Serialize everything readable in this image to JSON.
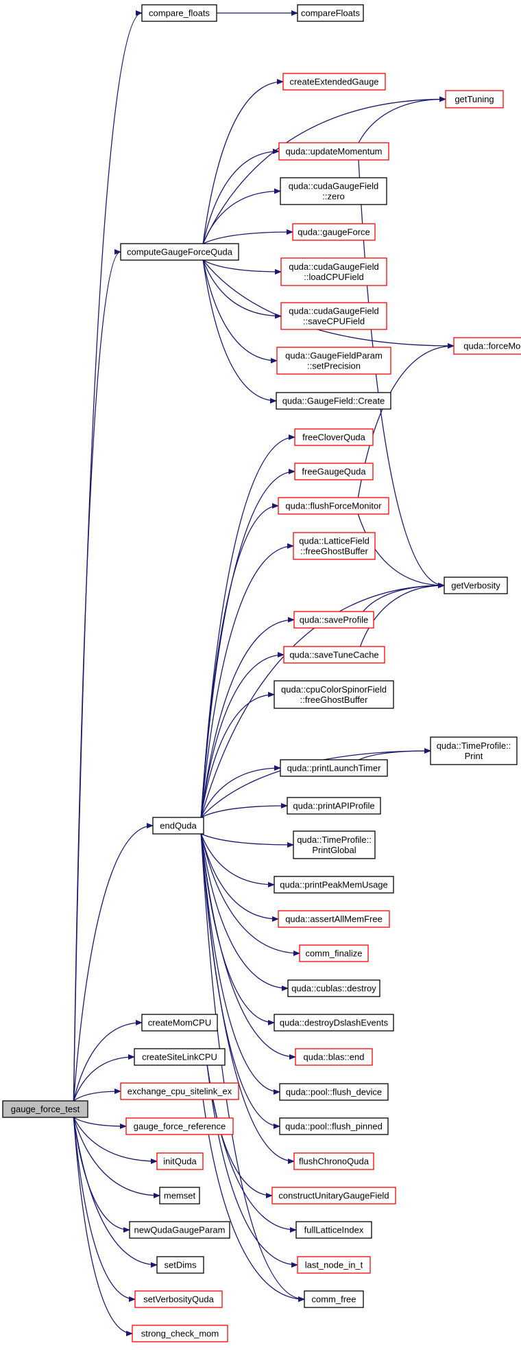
{
  "colors": {
    "edge": "#191970",
    "border_default": "#000000",
    "border_red": "#ff0000",
    "root_fill": "#bfbfbf",
    "node_fill": "#ffffff",
    "text": "#000000"
  },
  "nodes": [
    {
      "id": "gauge_force_test",
      "lines": [
        "gauge_force_test"
      ],
      "border": "black",
      "root": true
    },
    {
      "id": "compare_floats",
      "lines": [
        "compare_floats"
      ],
      "border": "black"
    },
    {
      "id": "compareFloats",
      "lines": [
        "compareFloats"
      ],
      "border": "black"
    },
    {
      "id": "computeGaugeForceQuda",
      "lines": [
        "computeGaugeForceQuda"
      ],
      "border": "black"
    },
    {
      "id": "createExtendedGauge",
      "lines": [
        "createExtendedGauge"
      ],
      "border": "red"
    },
    {
      "id": "getTuning",
      "lines": [
        "getTuning"
      ],
      "border": "red"
    },
    {
      "id": "updateMomentum",
      "lines": [
        "quda::updateMomentum"
      ],
      "border": "red"
    },
    {
      "id": "cudaGaugeField_zero",
      "lines": [
        "quda::cudaGaugeField",
        "::zero"
      ],
      "border": "black"
    },
    {
      "id": "gaugeForce",
      "lines": [
        "quda::gaugeForce"
      ],
      "border": "red"
    },
    {
      "id": "loadCPUField",
      "lines": [
        "quda::cudaGaugeField",
        "::loadCPUField"
      ],
      "border": "red"
    },
    {
      "id": "saveCPUField",
      "lines": [
        "quda::cudaGaugeField",
        "::saveCPUField"
      ],
      "border": "red"
    },
    {
      "id": "setPrecision",
      "lines": [
        "quda::GaugeFieldParam",
        "::setPrecision"
      ],
      "border": "red"
    },
    {
      "id": "GaugeFieldCreate",
      "lines": [
        "quda::GaugeField::Create"
      ],
      "border": "black"
    },
    {
      "id": "forceMonitor",
      "lines": [
        "quda::forceMonitor"
      ],
      "border": "red"
    },
    {
      "id": "freeCloverQuda",
      "lines": [
        "freeCloverQuda"
      ],
      "border": "red"
    },
    {
      "id": "freeGaugeQuda",
      "lines": [
        "freeGaugeQuda"
      ],
      "border": "red"
    },
    {
      "id": "flushForceMonitor",
      "lines": [
        "quda::flushForceMonitor"
      ],
      "border": "red"
    },
    {
      "id": "LatticeField_freeGhostBuffer",
      "lines": [
        "quda::LatticeField",
        "::freeGhostBuffer"
      ],
      "border": "red"
    },
    {
      "id": "getVerbosity",
      "lines": [
        "getVerbosity"
      ],
      "border": "black"
    },
    {
      "id": "saveProfile",
      "lines": [
        "quda::saveProfile"
      ],
      "border": "red"
    },
    {
      "id": "saveTuneCache",
      "lines": [
        "quda::saveTuneCache"
      ],
      "border": "red"
    },
    {
      "id": "cpuColorSpinorField_freeGhostBuffer",
      "lines": [
        "quda::cpuColorSpinorField",
        "::freeGhostBuffer"
      ],
      "border": "black"
    },
    {
      "id": "TimeProfile_Print",
      "lines": [
        "quda::TimeProfile::",
        "Print"
      ],
      "border": "black"
    },
    {
      "id": "printLaunchTimer",
      "lines": [
        "quda::printLaunchTimer"
      ],
      "border": "black"
    },
    {
      "id": "endQuda",
      "lines": [
        "endQuda"
      ],
      "border": "black"
    },
    {
      "id": "printAPIProfile",
      "lines": [
        "quda::printAPIProfile"
      ],
      "border": "black"
    },
    {
      "id": "TimeProfile_PrintGlobal",
      "lines": [
        "quda::TimeProfile::",
        "PrintGlobal"
      ],
      "border": "black"
    },
    {
      "id": "printPeakMemUsage",
      "lines": [
        "quda::printPeakMemUsage"
      ],
      "border": "black"
    },
    {
      "id": "assertAllMemFree",
      "lines": [
        "quda::assertAllMemFree"
      ],
      "border": "red"
    },
    {
      "id": "comm_finalize",
      "lines": [
        "comm_finalize"
      ],
      "border": "red"
    },
    {
      "id": "cublas_destroy",
      "lines": [
        "quda::cublas::destroy"
      ],
      "border": "black"
    },
    {
      "id": "destroyDslashEvents",
      "lines": [
        "quda::destroyDslashEvents"
      ],
      "border": "black"
    },
    {
      "id": "createMomCPU",
      "lines": [
        "createMomCPU"
      ],
      "border": "black"
    },
    {
      "id": "createSiteLinkCPU",
      "lines": [
        "createSiteLinkCPU"
      ],
      "border": "black"
    },
    {
      "id": "blas_end",
      "lines": [
        "quda::blas::end"
      ],
      "border": "red"
    },
    {
      "id": "exchange_cpu_sitelink_ex",
      "lines": [
        "exchange_cpu_sitelink_ex"
      ],
      "border": "red"
    },
    {
      "id": "pool_flush_device",
      "lines": [
        "quda::pool::flush_device"
      ],
      "border": "black"
    },
    {
      "id": "gauge_force_reference",
      "lines": [
        "gauge_force_reference"
      ],
      "border": "red"
    },
    {
      "id": "pool_flush_pinned",
      "lines": [
        "quda::pool::flush_pinned"
      ],
      "border": "black"
    },
    {
      "id": "initQuda",
      "lines": [
        "initQuda"
      ],
      "border": "red"
    },
    {
      "id": "flushChronoQuda",
      "lines": [
        "flushChronoQuda"
      ],
      "border": "red"
    },
    {
      "id": "memset",
      "lines": [
        "memset"
      ],
      "border": "black"
    },
    {
      "id": "constructUnitaryGaugeField",
      "lines": [
        "constructUnitaryGaugeField"
      ],
      "border": "red"
    },
    {
      "id": "newQudaGaugeParam",
      "lines": [
        "newQudaGaugeParam"
      ],
      "border": "black"
    },
    {
      "id": "fullLatticeIndex",
      "lines": [
        "fullLatticeIndex"
      ],
      "border": "black"
    },
    {
      "id": "setDims",
      "lines": [
        "setDims"
      ],
      "border": "black"
    },
    {
      "id": "last_node_in_t",
      "lines": [
        "last_node_in_t"
      ],
      "border": "red"
    },
    {
      "id": "setVerbosityQuda",
      "lines": [
        "setVerbosityQuda"
      ],
      "border": "red"
    },
    {
      "id": "comm_free",
      "lines": [
        "comm_free"
      ],
      "border": "black"
    },
    {
      "id": "strong_check_mom",
      "lines": [
        "strong_check_mom"
      ],
      "border": "red"
    }
  ],
  "edges": [
    [
      "gauge_force_test",
      "compare_floats"
    ],
    [
      "compare_floats",
      "compareFloats"
    ],
    [
      "gauge_force_test",
      "computeGaugeForceQuda"
    ],
    [
      "computeGaugeForceQuda",
      "createExtendedGauge"
    ],
    [
      "computeGaugeForceQuda",
      "getTuning"
    ],
    [
      "computeGaugeForceQuda",
      "updateMomentum"
    ],
    [
      "updateMomentum",
      "getTuning"
    ],
    [
      "updateMomentum",
      "getVerbosity"
    ],
    [
      "computeGaugeForceQuda",
      "cudaGaugeField_zero"
    ],
    [
      "computeGaugeForceQuda",
      "gaugeForce"
    ],
    [
      "computeGaugeForceQuda",
      "loadCPUField"
    ],
    [
      "computeGaugeForceQuda",
      "saveCPUField"
    ],
    [
      "computeGaugeForceQuda",
      "setPrecision"
    ],
    [
      "computeGaugeForceQuda",
      "GaugeFieldCreate"
    ],
    [
      "computeGaugeForceQuda",
      "forceMonitor"
    ],
    [
      "gauge_force_test",
      "endQuda"
    ],
    [
      "endQuda",
      "freeCloverQuda"
    ],
    [
      "endQuda",
      "freeGaugeQuda"
    ],
    [
      "endQuda",
      "flushForceMonitor"
    ],
    [
      "flushForceMonitor",
      "forceMonitor"
    ],
    [
      "flushForceMonitor",
      "getVerbosity"
    ],
    [
      "endQuda",
      "LatticeField_freeGhostBuffer"
    ],
    [
      "endQuda",
      "getVerbosity"
    ],
    [
      "endQuda",
      "saveProfile"
    ],
    [
      "saveProfile",
      "getVerbosity"
    ],
    [
      "endQuda",
      "saveTuneCache"
    ],
    [
      "saveTuneCache",
      "getVerbosity"
    ],
    [
      "endQuda",
      "cpuColorSpinorField_freeGhostBuffer"
    ],
    [
      "endQuda",
      "TimeProfile_Print"
    ],
    [
      "endQuda",
      "printLaunchTimer"
    ],
    [
      "printLaunchTimer",
      "TimeProfile_Print"
    ],
    [
      "endQuda",
      "printAPIProfile"
    ],
    [
      "endQuda",
      "TimeProfile_PrintGlobal"
    ],
    [
      "endQuda",
      "printPeakMemUsage"
    ],
    [
      "endQuda",
      "assertAllMemFree"
    ],
    [
      "endQuda",
      "comm_finalize"
    ],
    [
      "endQuda",
      "cublas_destroy"
    ],
    [
      "endQuda",
      "destroyDslashEvents"
    ],
    [
      "endQuda",
      "blas_end"
    ],
    [
      "endQuda",
      "pool_flush_device"
    ],
    [
      "endQuda",
      "pool_flush_pinned"
    ],
    [
      "endQuda",
      "flushChronoQuda"
    ],
    [
      "endQuda",
      "comm_free"
    ],
    [
      "gauge_force_test",
      "createMomCPU"
    ],
    [
      "gauge_force_test",
      "createSiteLinkCPU"
    ],
    [
      "createSiteLinkCPU",
      "constructUnitaryGaugeField"
    ],
    [
      "createSiteLinkCPU",
      "fullLatticeIndex"
    ],
    [
      "createSiteLinkCPU",
      "last_node_in_t"
    ],
    [
      "gauge_force_test",
      "exchange_cpu_sitelink_ex"
    ],
    [
      "exchange_cpu_sitelink_ex",
      "comm_free"
    ],
    [
      "gauge_force_test",
      "gauge_force_reference"
    ],
    [
      "gauge_force_test",
      "initQuda"
    ],
    [
      "gauge_force_test",
      "memset"
    ],
    [
      "gauge_force_test",
      "newQudaGaugeParam"
    ],
    [
      "gauge_force_test",
      "setDims"
    ],
    [
      "gauge_force_test",
      "setVerbosityQuda"
    ],
    [
      "gauge_force_test",
      "strong_check_mom"
    ]
  ]
}
